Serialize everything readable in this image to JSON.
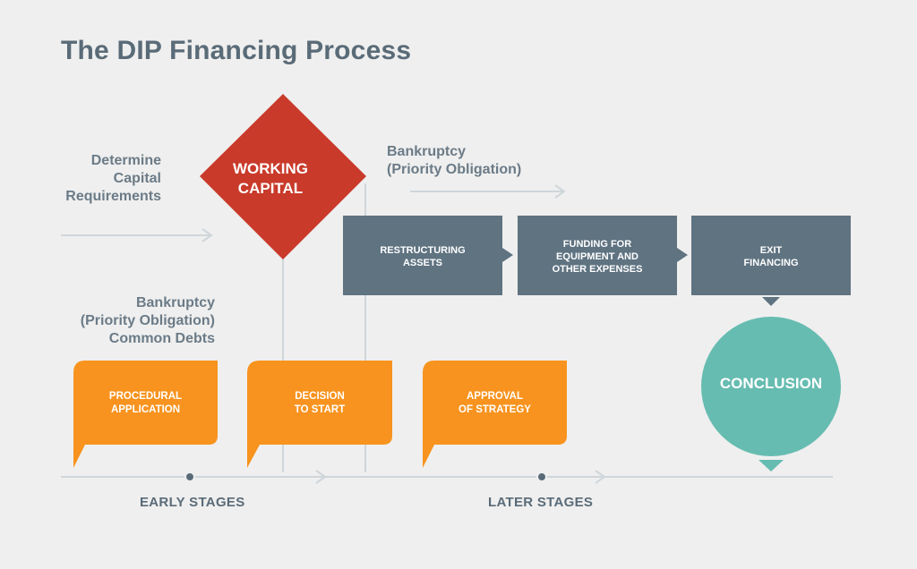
{
  "title": "The DIP Financing Process",
  "labels": {
    "determine": [
      "Determine",
      "Capital",
      "Requirements"
    ],
    "bankruptcy_top": [
      "Bankruptcy",
      "(Priority Obligation)"
    ],
    "bankruptcy_left": [
      "Bankruptcy",
      "(Priority Obligation)",
      "Common Debts"
    ]
  },
  "diamond": [
    "WORKING",
    "CAPITAL"
  ],
  "boxes": [
    [
      "RESTRUCTURING",
      "ASSETS"
    ],
    [
      "FUNDING FOR",
      "EQUIPMENT AND",
      "OTHER EXPENSES"
    ],
    [
      "EXIT",
      "FINANCING"
    ]
  ],
  "bubbles": [
    [
      "PROCEDURAL",
      "APPLICATION"
    ],
    [
      "DECISION",
      "TO START"
    ],
    [
      "APPROVAL",
      "OF STRATEGY"
    ]
  ],
  "conclusion": "CONCLUSION",
  "stages": {
    "early": "EARLY STAGES",
    "later": "LATER STAGES"
  },
  "colors": {
    "background": "#efefef",
    "diamond": "#c93a2a",
    "box": "#5f7381",
    "bubble": "#f7931e",
    "conclusion": "#66bcb0",
    "lines": "#cfd6da",
    "title": "#5a6b78"
  }
}
